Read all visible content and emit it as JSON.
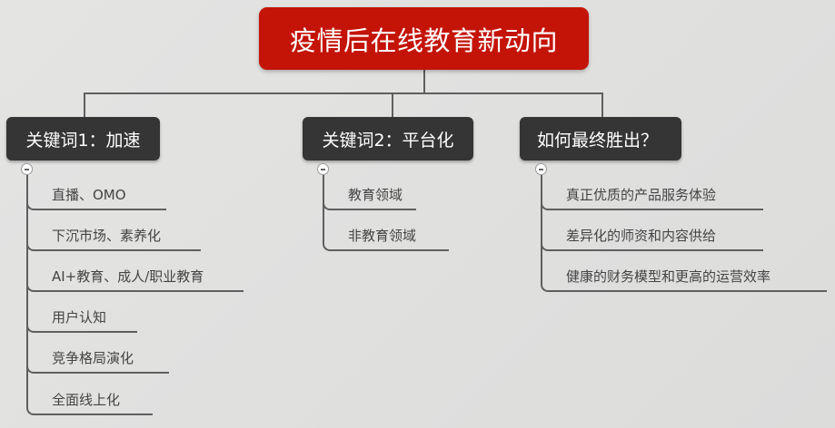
{
  "root": {
    "title": "疫情后在线教育新动向",
    "color": "#c41408"
  },
  "branches": [
    {
      "label": "关键词1：加速",
      "children": [
        "直播、OMO",
        "下沉市场、素养化",
        "AI+教育、成人/职业教育",
        "用户认知",
        "竞争格局演化",
        "全面线上化"
      ]
    },
    {
      "label": "关键词2：平台化",
      "children": [
        "教育领域",
        "非教育领域"
      ]
    },
    {
      "label": "如何最终胜出？",
      "children": [
        "真正优质的产品服务体验",
        "差异化的师资和内容供给",
        "健康的财务模型和更高的运营效率"
      ]
    }
  ],
  "icons": {
    "collapse": "minus-circle-icon"
  }
}
